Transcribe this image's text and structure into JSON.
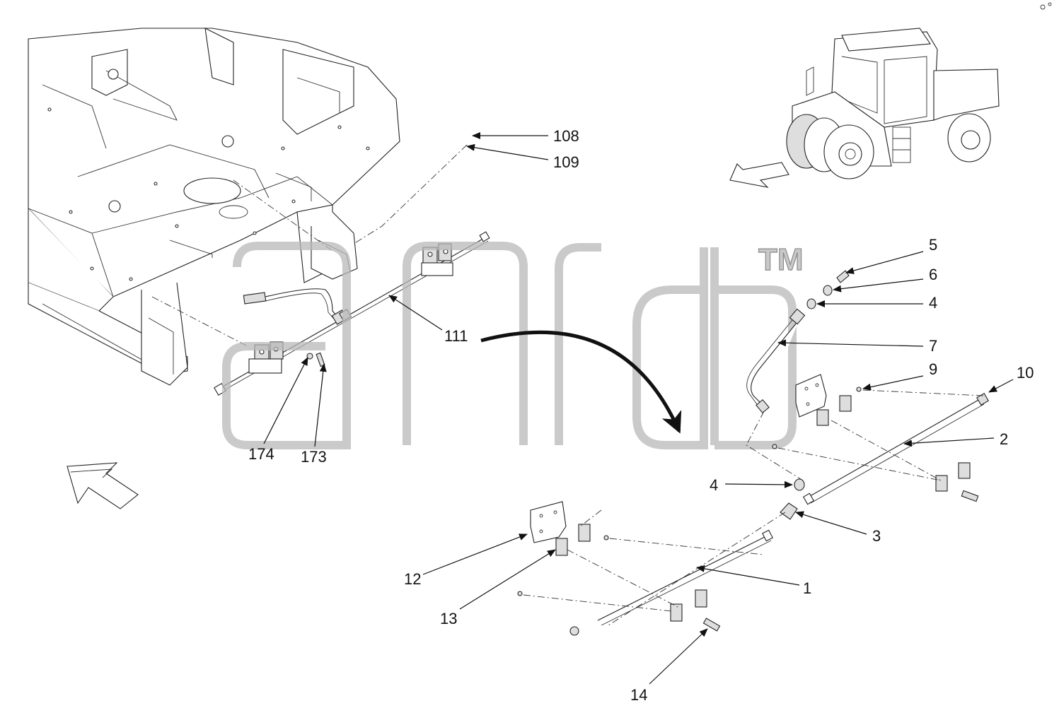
{
  "watermark": {
    "trademark": "TM"
  },
  "callouts": [
    {
      "id": "c108",
      "text": "108"
    },
    {
      "id": "c109",
      "text": "109"
    },
    {
      "id": "c5",
      "text": "5"
    },
    {
      "id": "c6",
      "text": "6"
    },
    {
      "id": "c4a",
      "text": "4"
    },
    {
      "id": "c111",
      "text": "111"
    },
    {
      "id": "c7",
      "text": "7"
    },
    {
      "id": "c9",
      "text": "9"
    },
    {
      "id": "c10",
      "text": "10"
    },
    {
      "id": "c174",
      "text": "174"
    },
    {
      "id": "c173",
      "text": "173"
    },
    {
      "id": "c2",
      "text": "2"
    },
    {
      "id": "c4b",
      "text": "4"
    },
    {
      "id": "c3",
      "text": "3"
    },
    {
      "id": "c12",
      "text": "12"
    },
    {
      "id": "c1",
      "text": "1"
    },
    {
      "id": "c13",
      "text": "13"
    },
    {
      "id": "c14",
      "text": "14"
    }
  ],
  "icons": [
    "view-direction-arrow-icon",
    "machine-overview-icon",
    "detail-transfer-arrow-icon"
  ]
}
